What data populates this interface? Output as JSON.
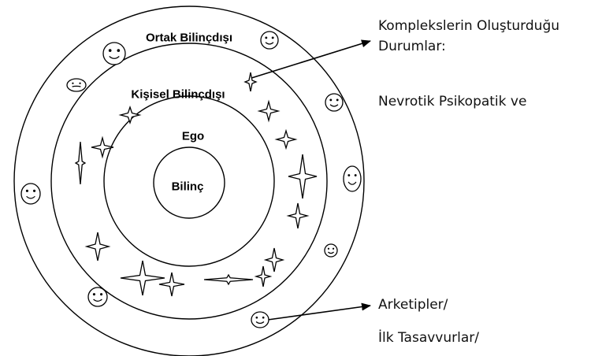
{
  "diagram": {
    "circle_labels": {
      "outer": "Ortak Bilinçdışı",
      "middle": "Kişisel Bilinçdışı",
      "inner": "Ego",
      "core": "Bilinç"
    },
    "annotations": {
      "complexes_line1": "Komplekslerin Oluşturduğu",
      "complexes_line2": "Durumlar:",
      "complexes_line3": "Nevrotik Psikopatik ve",
      "archetypes_line1": "Arketipler/",
      "archetypes_line2": "İlk Tasavvurlar/"
    },
    "symbols": {
      "complex_marker": "four-point-star-icon",
      "archetype_marker": "smiley-face-icon"
    }
  }
}
